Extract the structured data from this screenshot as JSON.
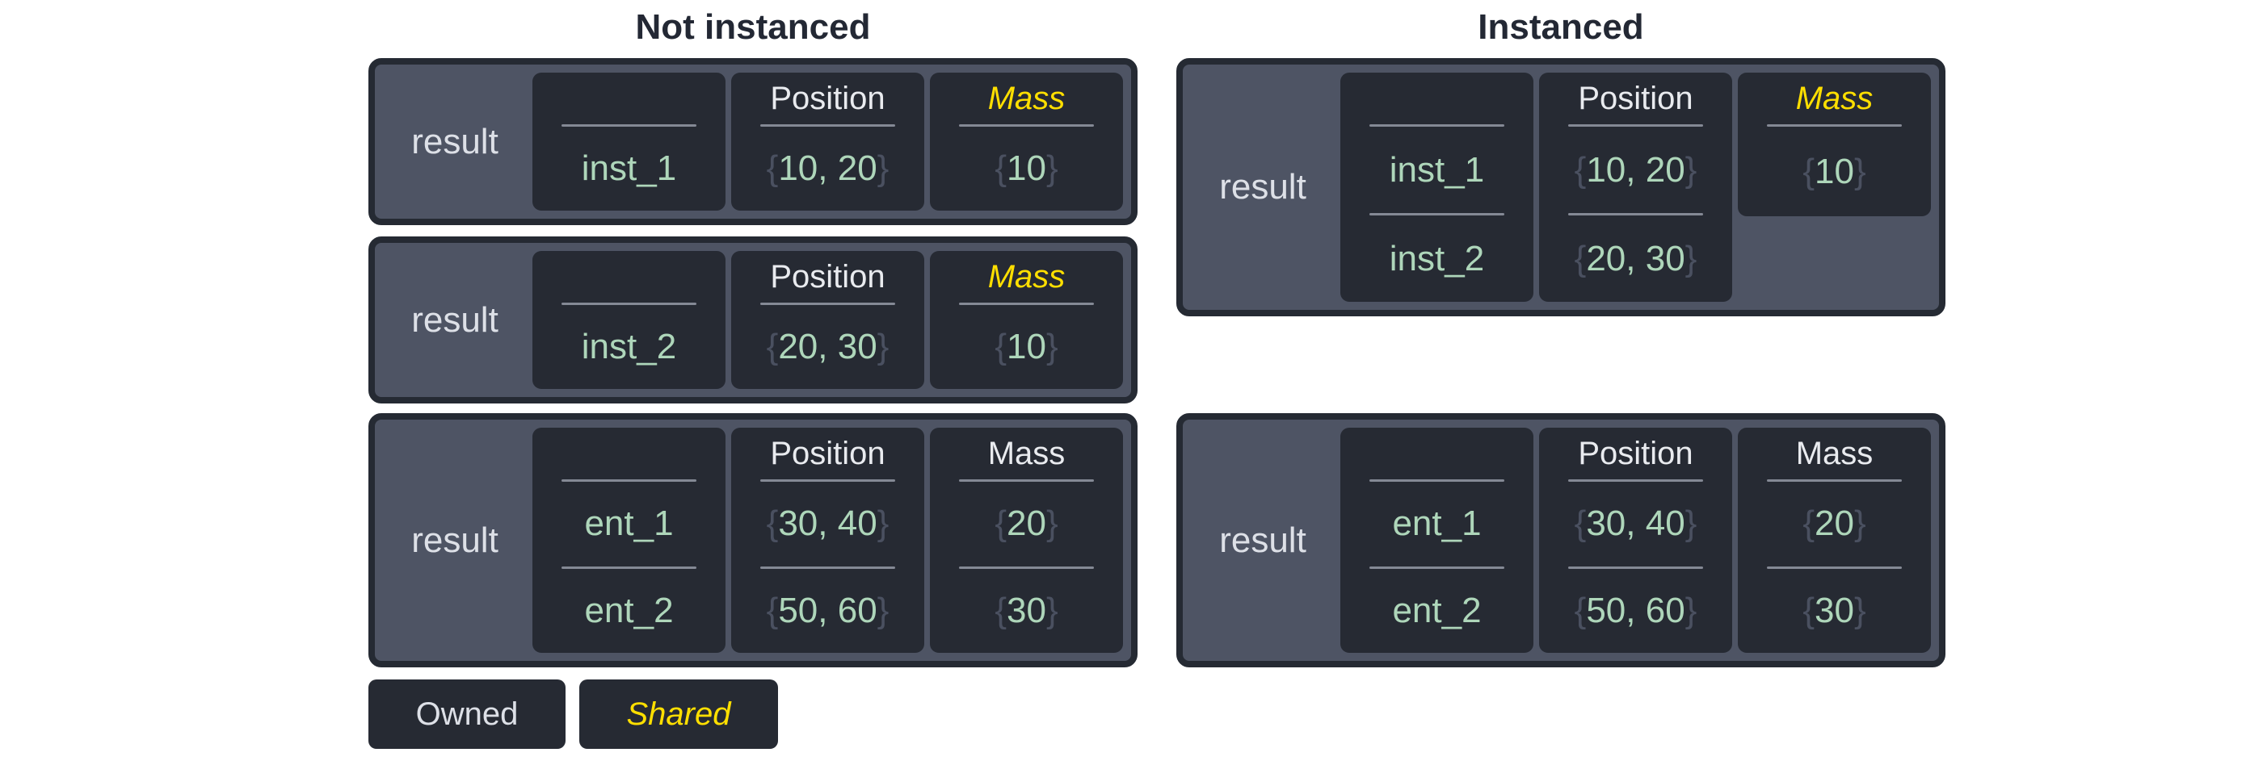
{
  "titles": {
    "left": "Not instanced",
    "right": "Instanced"
  },
  "labels": {
    "result": "result",
    "position": "Position",
    "mass": "Mass"
  },
  "symbols": {
    "brace_open": "{",
    "brace_close": "}"
  },
  "legend": {
    "owned": "Owned",
    "shared": "Shared"
  },
  "colors": {
    "background": "#ffffff",
    "box_fill": "#4e5464",
    "box_border": "#252a33",
    "cell_fill": "#262a33",
    "divider": "#848995",
    "text_light": "#dde0e7",
    "text_green": "#aed6ba",
    "text_brace": "#4a5060",
    "text_shared_yellow": "#ffdf00",
    "title_dark": "#232834"
  },
  "not_instanced": {
    "boxes": [
      {
        "result": "result",
        "entities": [
          "inst_1"
        ],
        "position_values": [
          "10, 20"
        ],
        "mass_values": [
          "10"
        ],
        "mass_shared": true
      },
      {
        "result": "result",
        "entities": [
          "inst_2"
        ],
        "position_values": [
          "20, 30"
        ],
        "mass_values": [
          "10"
        ],
        "mass_shared": true
      },
      {
        "result": "result",
        "entities": [
          "ent_1",
          "ent_2"
        ],
        "position_values": [
          "30, 40",
          "50, 60"
        ],
        "mass_values": [
          "20",
          "30"
        ],
        "mass_shared": false
      }
    ]
  },
  "instanced": {
    "boxes": [
      {
        "result": "result",
        "entities": [
          "inst_1",
          "inst_2"
        ],
        "position_values": [
          "10, 20",
          "20, 30"
        ],
        "mass_values": [
          "10"
        ],
        "mass_shared": true,
        "mass_spans_first_row_only": true
      },
      {
        "result": "result",
        "entities": [
          "ent_1",
          "ent_2"
        ],
        "position_values": [
          "30, 40",
          "50, 60"
        ],
        "mass_values": [
          "20",
          "30"
        ],
        "mass_shared": false
      }
    ]
  }
}
